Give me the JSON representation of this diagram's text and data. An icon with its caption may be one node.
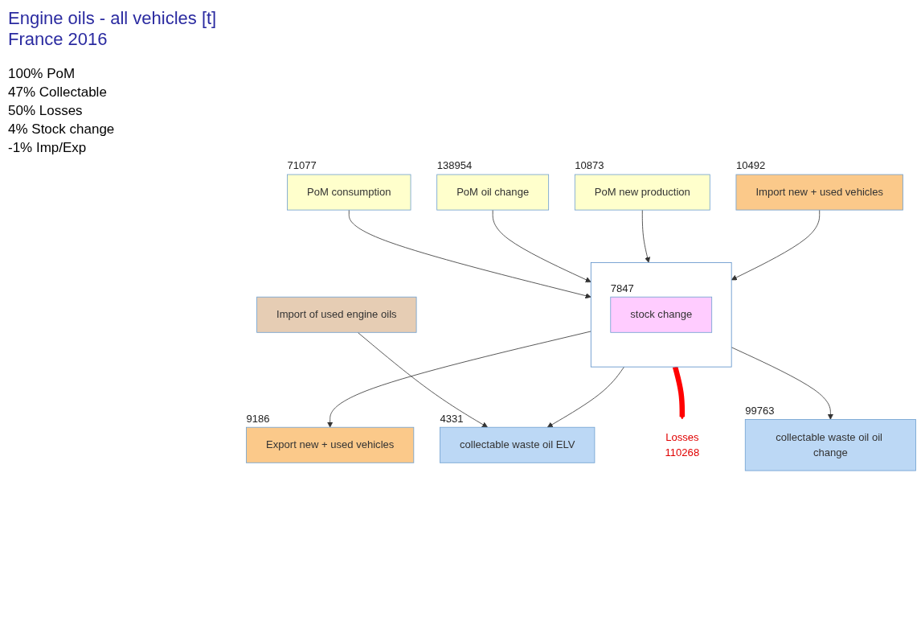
{
  "diagram": {
    "title": "Engine oils - all vehicles [t] France 2016",
    "nodes": [
      {
        "text": [
          "PoM consumption"
        ],
        "beside": [
          "71077"
        ]
      },
      {
        "text": [
          "PoM oil change"
        ],
        "beside": [
          "138954"
        ]
      },
      {
        "text": [
          "PoM new production"
        ],
        "beside": [
          "10873"
        ]
      },
      {
        "text": [
          "Import new + used vehicles"
        ],
        "beside": [
          "10492"
        ]
      },
      {
        "text": [],
        "shape": "box"
      },
      {
        "text": [
          "stock change"
        ],
        "beside": [
          "7847"
        ],
        "in": 4
      },
      {
        "text": [
          "Export new + used vehicles"
        ],
        "beside": [
          "9186"
        ]
      },
      {
        "text": [
          "Import of used engine oils"
        ]
      },
      {
        "text": [
          "collectable waste oil ELV"
        ],
        "beside": [
          "4331"
        ]
      },
      {
        "text": [
          "Losses",
          "110268"
        ]
      },
      {
        "text": [
          "collectable waste oil oil change"
        ],
        "beside": [
          "99763"
        ]
      }
    ],
    "edges": [
      {
        "from": 0,
        "to": 4,
        "arrow": "to"
      },
      {
        "from": 1,
        "to": 4,
        "arrow": "to"
      },
      {
        "from": 2,
        "to": 4,
        "arrow": "to"
      },
      {
        "from": 3,
        "to": 4,
        "arrow": "to"
      },
      {
        "from": 4,
        "to": 6,
        "arrow": "to"
      },
      {
        "from": 4,
        "to": 8,
        "arrow": "to"
      },
      {
        "from": 4,
        "to": 9,
        "arrow": "to",
        "style": "thick",
        "color": "#ff0000"
      },
      {
        "from": 4,
        "to": 10,
        "arrow": "to"
      },
      {
        "from": 7,
        "to": 8,
        "arrow": "to"
      }
    ],
    "labels": [
      "100% PoM",
      "47% Collectable",
      "50% Losses",
      "4% Stock change",
      "-1% Imp/Exp"
    ]
  }
}
